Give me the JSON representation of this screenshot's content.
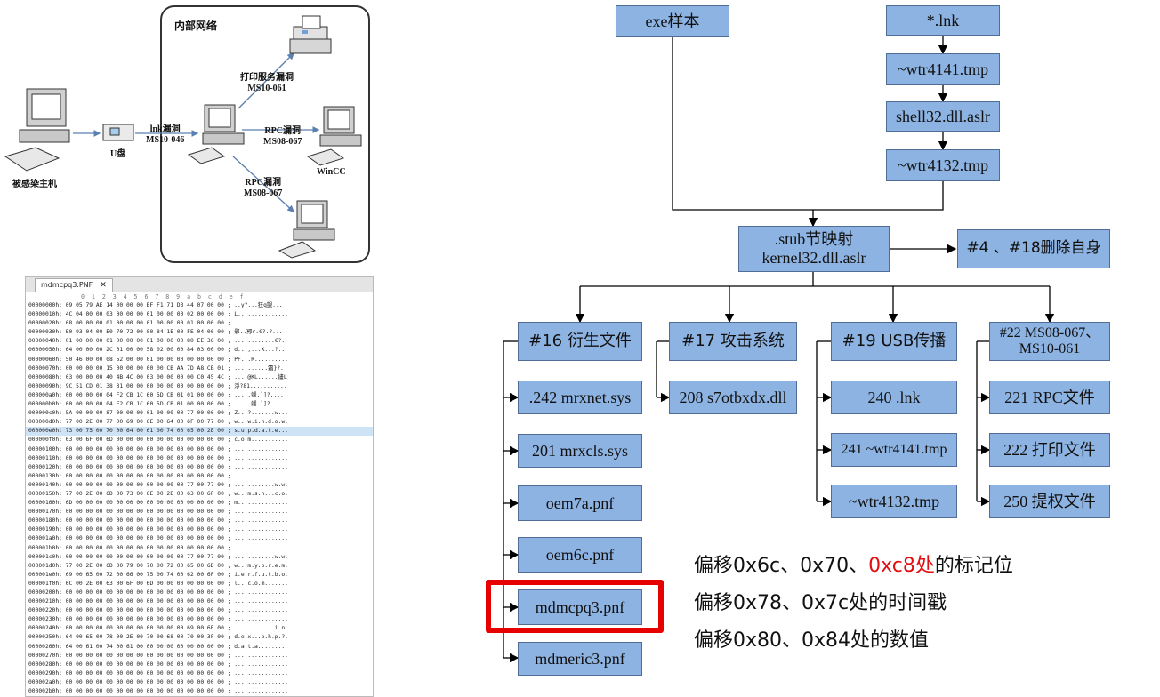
{
  "network": {
    "frame_title": "内部网络",
    "infected_host": "被感染主机",
    "usb": "U盘",
    "lnk_vuln": [
      "lnk漏洞",
      "MS10-046"
    ],
    "print_vuln": [
      "打印服务漏洞",
      "MS10-061"
    ],
    "rpc_vuln_1": [
      "RPC漏洞",
      "MS08-067"
    ],
    "rpc_vuln_2": [
      "RPC漏洞",
      "MS08-067"
    ],
    "wincc": "WinCC"
  },
  "hex_editor": {
    "tab_title": "mdmcpq3.PNF",
    "close_symbol": "✕",
    "ruler": "0  1  2  3  4  5  6  7  8  9  a  b  c  d  e  f",
    "selected_row": 14,
    "rows": [
      "00000000h: 09 05 79 AE 14 00 00 00 BF F1 71 D3 44 07 00 00 ; ..y?...狂q覬...",
      "00000010h: 4C 04 00 00 03 00 00 00 01 00 00 00 02 00 00 00 ; L...............",
      "00000020h: 08 00 00 00 01 00 00 00 01 00 00 00 01 00 00 00 ; ................",
      "00000030h: E0 93 04 00 E0 70 72 00 80 84 1E 00 FE 04 00 00 ; 鄵..鄍r.€?.?...",
      "00000040h: 01 00 00 00 01 00 00 00 01 00 00 00 80 EE 36 00 ; ............€?.",
      "00000050h: 64 00 00 00 2C 01 00 00 58 02 00 00 84 03 00 00 ; d...,...X...?..",
      "00000060h: 50 46 00 00 08 52 00 00 01 00 00 00 00 00 00 00 ; PF...R..........",
      "00000070h: 00 00 00 00 15 00 00 00 00 00 CB AA 7D A8 CB 01 ; ..........霜}?.",
      "00000080h: 03 00 00 00 40 4B 4C 00 03 00 00 00 00 C0 45 4C ; ....@KL......繣L",
      "00000090h: 9C 51 CD 01 38 31 00 00 00 00 00 00 00 00 00 00 ; 淨?81...........",
      "000000a0h: 00 00 00 00 04 F2 CB 1C 60 5D CB 01 01 00 00 00 ; .....蜖.`]?....",
      "000000b0h: 00 00 00 00 04 F2 CB 1C 60 5D CB 01 00 00 00 00 ; .....蜖.`]?....",
      "000000c0h: 5A 00 00 00 87 00 00 00 01 00 00 00 77 00 00 00 ; Z...?.......w...",
      "000000d0h: 77 00 2E 00 77 00 69 00 6E 00 64 00 6F 00 77 00 ; w...w.i.n.d.o.w.",
      "000000e0h: 73 00 75 00 70 00 64 00 61 00 74 00 65 00 2E 00 ; s.u.p.d.a.t.e...",
      "000000f0h: 63 00 6F 00 6D 00 00 00 00 00 00 00 00 00 00 00 ; c.o.m...........",
      "00000100h: 00 00 00 00 00 00 00 00 00 00 00 00 00 00 00 00 ; ................",
      "00000110h: 00 00 00 00 00 00 00 00 00 00 00 00 00 00 00 00 ; ................",
      "00000120h: 00 00 00 00 00 00 00 00 00 00 00 00 00 00 00 00 ; ................",
      "00000130h: 00 00 00 00 00 00 00 00 00 00 00 00 00 00 00 00 ; ................",
      "00000140h: 00 00 00 00 00 00 00 00 00 00 00 00 77 00 77 00 ; ............w.w.",
      "00000150h: 77 00 2E 00 6D 00 73 00 6E 00 2E 00 63 00 6F 00 ; w...m.s.n...c.o.",
      "00000160h: 6D 00 00 00 00 00 00 00 00 00 00 00 00 00 00 00 ; m...............",
      "00000170h: 00 00 00 00 00 00 00 00 00 00 00 00 00 00 00 00 ; ................",
      "00000180h: 00 00 00 00 00 00 00 00 00 00 00 00 00 00 00 00 ; ................",
      "00000190h: 00 00 00 00 00 00 00 00 00 00 00 00 00 00 00 00 ; ................",
      "000001a0h: 00 00 00 00 00 00 00 00 00 00 00 00 00 00 00 00 ; ................",
      "000001b0h: 00 00 00 00 00 00 00 00 00 00 00 00 00 00 00 00 ; ................",
      "000001c0h: 00 00 00 00 00 00 00 00 00 00 00 00 77 00 77 00 ; ............w.w.",
      "000001d0h: 77 00 2E 00 6D 00 79 00 70 00 72 00 65 00 6D 00 ; w...m.y.p.r.e.m.",
      "000001e0h: 69 00 65 00 72 00 66 00 75 00 74 00 62 00 6F 00 ; i.e.r.f.u.t.b.o.",
      "000001f0h: 6C 00 2E 00 63 00 6F 00 6D 00 00 00 00 00 00 00 ; l...c.o.m.......",
      "00000200h: 00 00 00 00 00 00 00 00 00 00 00 00 00 00 00 00 ; ................",
      "00000210h: 00 00 00 00 00 00 00 00 00 00 00 00 00 00 00 00 ; ................",
      "00000220h: 00 00 00 00 00 00 00 00 00 00 00 00 00 00 00 00 ; ................",
      "00000230h: 00 00 00 00 00 00 00 00 00 00 00 00 00 00 00 00 ; ................",
      "00000240h: 00 00 00 00 00 00 00 00 00 00 00 00 69 00 6E 00 ; ............i.n.",
      "00000250h: 64 00 65 00 78 00 2E 00 70 00 68 00 70 00 3F 00 ; d.e.x...p.h.p.?.",
      "00000260h: 64 00 61 00 74 00 61 00 00 00 00 00 00 00 00 00 ; d.a.t.a........",
      "00000270h: 00 00 00 00 00 00 00 00 00 00 00 00 00 00 00 00 ; ................",
      "00000280h: 00 00 00 00 00 00 00 00 00 00 00 00 00 00 00 00 ; ................",
      "00000290h: 00 00 00 00 00 00 00 00 00 00 00 00 00 00 00 00 ; ................",
      "000002a0h: 00 00 00 00 00 00 00 00 00 00 00 00 00 00 00 00 ; ................",
      "000002b0h: 00 00 00 00 00 00 00 00 00 00 00 00 00 00 00 00 ; ................"
    ]
  },
  "flow": {
    "exe": "exe样本",
    "lnk": "*.lnk",
    "tmp1": "~wtr4141.tmp",
    "shell32": "shell32.dll.aslr",
    "tmp2": "~wtr4132.tmp",
    "stub": [
      ".stub节映射",
      "kernel32.dll.aslr"
    ],
    "delete_self": "#4 、#18删除自身",
    "c16": "#16 衍生文件",
    "c17": "#17 攻击系统",
    "c19": "#19 USB传播",
    "c22": [
      "#22 MS08-067、",
      "MS10-061"
    ],
    "f16": [
      ".242 mrxnet.sys",
      "201 mrxcls.sys",
      "oem7a.pnf",
      "oem6c.pnf",
      "mdmcpq3.pnf",
      "mdmeric3.pnf"
    ],
    "f17": [
      "208 s7otbxdx.dll"
    ],
    "f19": [
      "240 .lnk",
      "241 ~wtr4141.tmp",
      "~wtr4132.tmp"
    ],
    "f22": [
      "221 RPC文件",
      "222 打印文件",
      "250 提权文件"
    ]
  },
  "notes": {
    "line1_pre": "偏移0x6c、0x70、",
    "line1_red": "0xc8处",
    "line1_post": "的标记位",
    "line2": "偏移0x78、0x7c处的时间戳",
    "line3": "偏移0x80、0x84处的数值"
  },
  "colors": {
    "box_fill": "#8db3e2",
    "highlight": "#e60000",
    "red_text": "#e01010"
  }
}
